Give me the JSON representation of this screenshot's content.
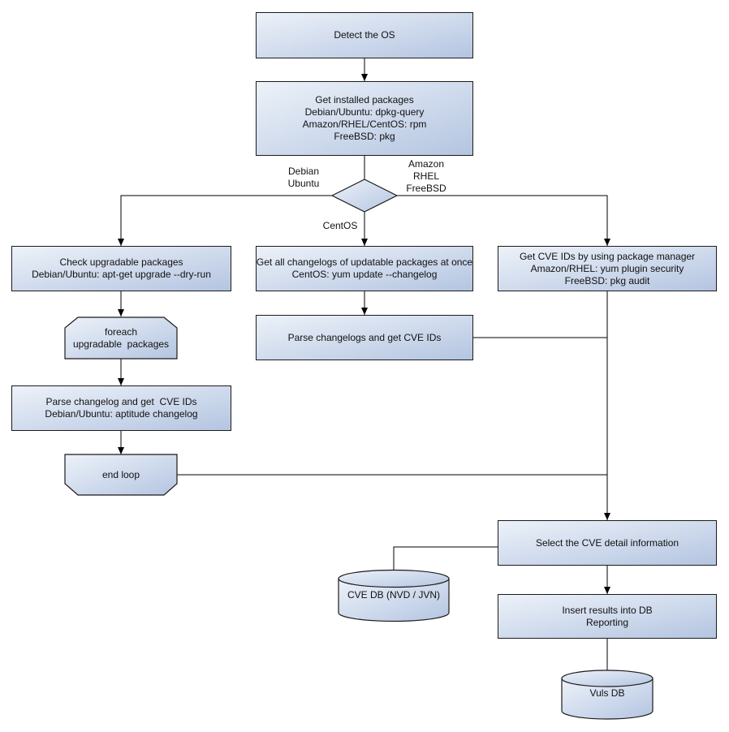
{
  "colors": {
    "node_fill_light": "#edf2f9",
    "node_fill_dark": "#b4c5e1",
    "node_border": "#1b1b1b",
    "edge_color": "#000000",
    "text_color": "#111111",
    "background": "#ffffff"
  },
  "nodes": {
    "detect_os": {
      "lines": [
        "Detect the OS"
      ]
    },
    "get_installed": {
      "lines": [
        "Get installed packages",
        "Debian/Ubuntu: dpkg-query",
        "Amazon/RHEL/CentOS: rpm",
        "FreeBSD: pkg"
      ]
    },
    "check_upgradable": {
      "lines": [
        "Check upgradable packages",
        "Debian/Ubuntu: apt-get upgrade --dry-run"
      ]
    },
    "foreach_loop": {
      "lines": [
        "foreach",
        "upgradable  packages"
      ]
    },
    "parse_changelog_deb": {
      "lines": [
        "Parse changelog and get  CVE IDs",
        "Debian/Ubuntu: aptitude changelog"
      ]
    },
    "end_loop": {
      "lines": [
        "end loop"
      ]
    },
    "get_all_changelogs": {
      "lines": [
        "Get all changelogs of updatable packages at once",
        "CentOS: yum update --changelog"
      ]
    },
    "parse_changelogs": {
      "lines": [
        "Parse changelogs and get CVE IDs"
      ]
    },
    "get_cve_ids_pkg_mgr": {
      "lines": [
        "Get CVE IDs by using package manager",
        "Amazon/RHEL: yum plugin security",
        "FreeBSD: pkg audit"
      ]
    },
    "select_cve_detail": {
      "lines": [
        "Select the CVE detail information"
      ]
    },
    "insert_results": {
      "lines": [
        "Insert results into DB",
        "Reporting"
      ]
    },
    "cve_db": {
      "lines": [
        "CVE DB (NVD / JVN)"
      ]
    },
    "vuls_db": {
      "lines": [
        "Vuls DB"
      ]
    }
  },
  "edge_labels": {
    "debian": {
      "lines": [
        "Debian",
        "Ubuntu"
      ]
    },
    "amazon": {
      "lines": [
        "Amazon",
        "RHEL",
        "FreeBSD"
      ]
    },
    "centos": {
      "lines": [
        "CentOS"
      ]
    }
  }
}
